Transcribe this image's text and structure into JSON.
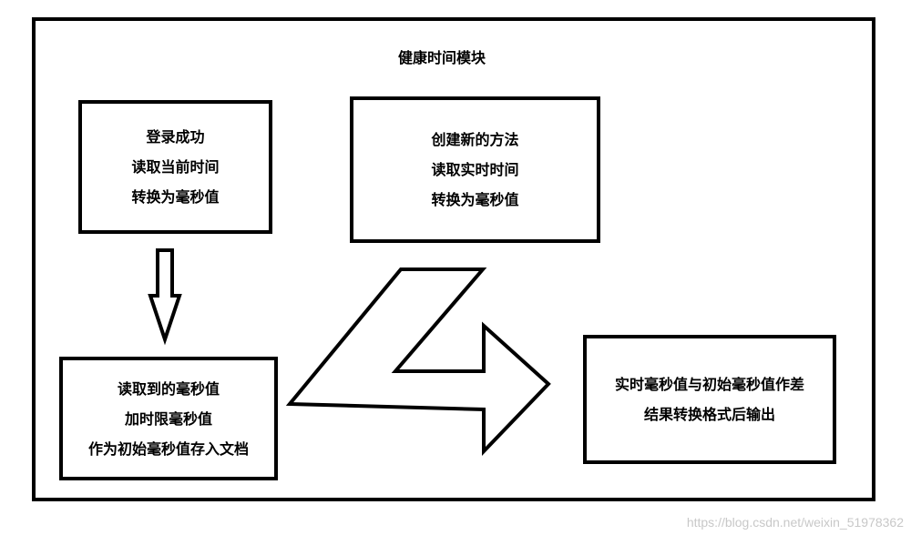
{
  "diagram": {
    "title": "健康时间模块",
    "boxes": {
      "login": {
        "lines": [
          "登录成功",
          "读取当前时间",
          "转换为毫秒值"
        ]
      },
      "create": {
        "lines": [
          "创建新的方法",
          "读取实时时间",
          "转换为毫秒值"
        ]
      },
      "read": {
        "lines": [
          "读取到的毫秒值",
          "加时限毫秒值",
          "作为初始毫秒值存入文档"
        ]
      },
      "result": {
        "lines": [
          "实时毫秒值与初始毫秒值作差",
          "结果转换格式后输出"
        ]
      }
    },
    "arrows": [
      {
        "from": "login",
        "to": "read",
        "icon": "down-arrow-icon"
      },
      {
        "from": "read",
        "to": "result",
        "icon": "zigzag-arrow-icon"
      }
    ]
  },
  "watermark": "https://blog.csdn.net/weixin_51978362"
}
